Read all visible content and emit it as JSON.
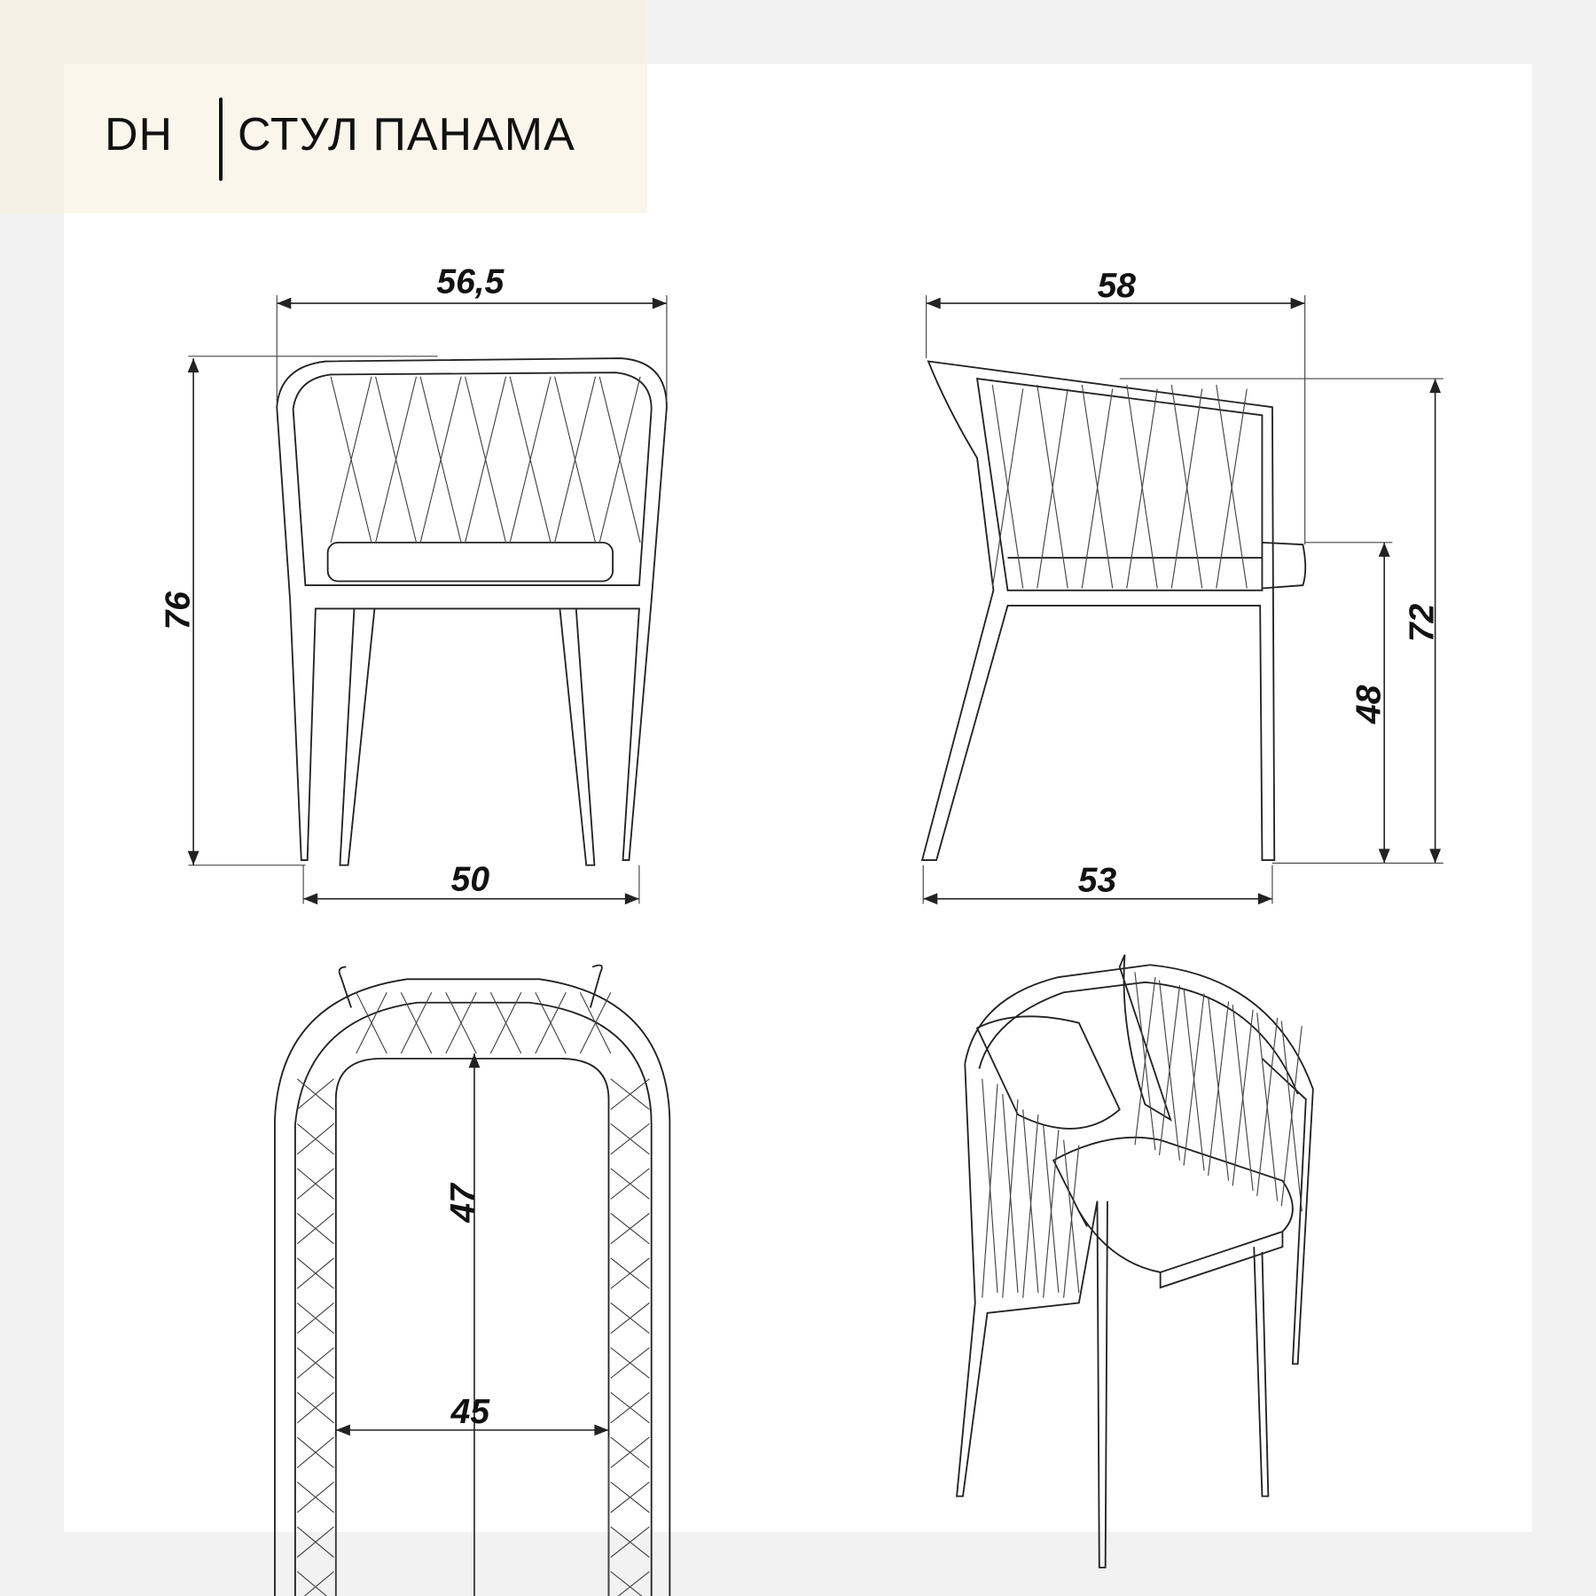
{
  "header": {
    "brand": "DH",
    "title": "СТУЛ ПАНАМА"
  },
  "dimensions": {
    "front_width": "56,5",
    "front_height": "76",
    "front_leg_span": "50",
    "side_depth": "58",
    "side_arm_height": "72",
    "side_seat_height": "48",
    "side_leg_span": "53",
    "top_seat_depth": "47",
    "top_seat_width": "45"
  },
  "colors": {
    "background": "#f2f2f2",
    "panel": "#ffffff",
    "header": "#faf6ec",
    "line": "#222222"
  }
}
